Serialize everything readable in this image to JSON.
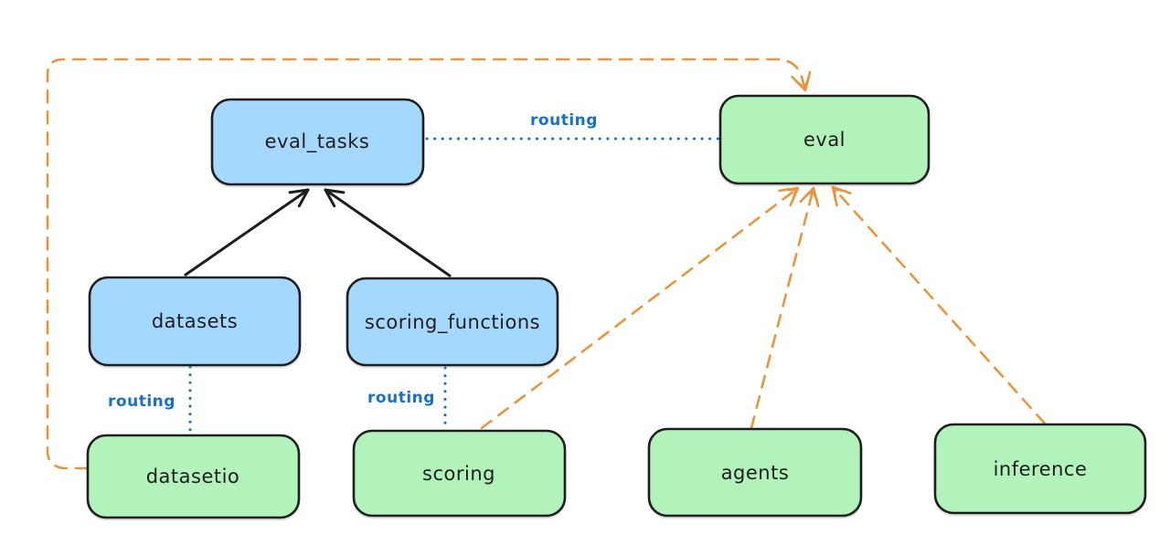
{
  "diagram": {
    "background": "#ffffff",
    "colors": {
      "blue_fill": "#a5d8ff",
      "green_fill": "#b2f2bb",
      "outline": "#1e1e1e",
      "routing_blue": "#1971c2",
      "orange": "#e8963c"
    },
    "nodes": {
      "eval_tasks": {
        "label": "eval_tasks",
        "color": "blue"
      },
      "eval": {
        "label": "eval",
        "color": "green"
      },
      "datasets": {
        "label": "datasets",
        "color": "blue"
      },
      "scoring_functions": {
        "label": "scoring_functions",
        "color": "blue"
      },
      "datasetio": {
        "label": "datasetio",
        "color": "green"
      },
      "scoring": {
        "label": "scoring",
        "color": "green"
      },
      "agents": {
        "label": "agents",
        "color": "green"
      },
      "inference": {
        "label": "inference",
        "color": "green"
      }
    },
    "labels": {
      "routing": "routing"
    },
    "edges": [
      {
        "from": "datasets",
        "to": "eval_tasks",
        "style": "solid-black-arrow"
      },
      {
        "from": "scoring_functions",
        "to": "eval_tasks",
        "style": "solid-black-arrow"
      },
      {
        "from": "eval_tasks",
        "to": "eval",
        "style": "dotted-blue",
        "label": "routing"
      },
      {
        "from": "datasets",
        "to": "datasetio",
        "style": "dotted-blue",
        "label": "routing"
      },
      {
        "from": "scoring_functions",
        "to": "scoring",
        "style": "dotted-blue",
        "label": "routing"
      },
      {
        "from": "datasetio",
        "to": "eval",
        "style": "dashed-orange-arrow"
      },
      {
        "from": "scoring",
        "to": "eval",
        "style": "dashed-orange-arrow"
      },
      {
        "from": "agents",
        "to": "eval",
        "style": "dashed-orange-arrow"
      },
      {
        "from": "inference",
        "to": "eval",
        "style": "dashed-orange-arrow"
      }
    ]
  }
}
